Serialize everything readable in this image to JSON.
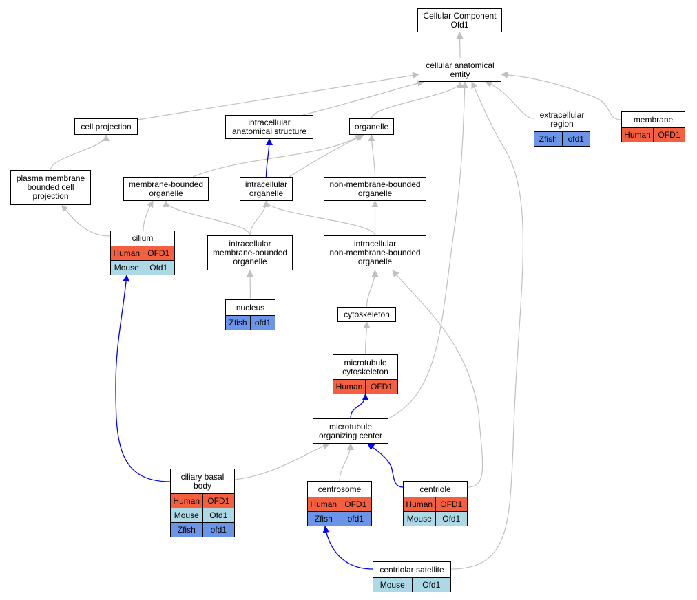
{
  "colors": {
    "human": "#f4603f",
    "mouse": "#add8e6",
    "zfish": "#6b95e8",
    "edge": "#c0c0c0",
    "highlight": "#0000ff"
  },
  "nodes": {
    "root": {
      "lines": [
        "Cellular Component",
        "Ofd1"
      ]
    },
    "cae": {
      "lines": [
        "cellular anatomical",
        "entity"
      ]
    },
    "cellproj": {
      "lines": [
        "cell projection"
      ]
    },
    "ias": {
      "lines": [
        "intracellular",
        "anatomical structure"
      ]
    },
    "organelle": {
      "lines": [
        "organelle"
      ]
    },
    "extracell": {
      "lines": [
        "extracellular",
        "region"
      ],
      "rows": [
        [
          "Zfish",
          "ofd1"
        ]
      ]
    },
    "membrane": {
      "lines": [
        "membrane"
      ],
      "rows": [
        [
          "Human",
          "OFD1"
        ]
      ]
    },
    "pmbcp": {
      "lines": [
        "plasma membrane",
        "bounded cell",
        "projection"
      ]
    },
    "mbo": {
      "lines": [
        "membrane-bounded",
        "organelle"
      ]
    },
    "io": {
      "lines": [
        "intracellular",
        "organelle"
      ]
    },
    "nmbo": {
      "lines": [
        "non-membrane-bounded",
        "organelle"
      ]
    },
    "cilium": {
      "lines": [
        "cilium"
      ],
      "rows": [
        [
          "Human",
          "OFD1"
        ],
        [
          "Mouse",
          "Ofd1"
        ]
      ]
    },
    "imbo": {
      "lines": [
        "intracellular",
        "membrane-bounded",
        "organelle"
      ]
    },
    "inmbo": {
      "lines": [
        "intracellular",
        "non-membrane-bounded",
        "organelle"
      ]
    },
    "nucleus": {
      "lines": [
        "nucleus"
      ],
      "rows": [
        [
          "Zfish",
          "ofd1"
        ]
      ]
    },
    "cytosk": {
      "lines": [
        "cytoskeleton"
      ]
    },
    "mtcyto": {
      "lines": [
        "microtubule",
        "cytoskeleton"
      ],
      "rows": [
        [
          "Human",
          "OFD1"
        ]
      ]
    },
    "mtoc": {
      "lines": [
        "microtubule",
        "organizing center"
      ]
    },
    "cbb": {
      "lines": [
        "ciliary basal",
        "body"
      ],
      "rows": [
        [
          "Human",
          "OFD1"
        ],
        [
          "Mouse",
          "Ofd1"
        ],
        [
          "Zfish",
          "ofd1"
        ]
      ]
    },
    "centrosome": {
      "lines": [
        "centrosome"
      ],
      "rows": [
        [
          "Human",
          "OFD1"
        ],
        [
          "Zfish",
          "ofd1"
        ]
      ]
    },
    "centriole": {
      "lines": [
        "centriole"
      ],
      "rows": [
        [
          "Human",
          "OFD1"
        ],
        [
          "Mouse",
          "Ofd1"
        ]
      ]
    },
    "satellite": {
      "lines": [
        "centriolar satellite"
      ],
      "rows": [
        [
          "Mouse",
          "Ofd1"
        ]
      ]
    }
  },
  "edges": [
    [
      "cae",
      "root",
      "gray"
    ],
    [
      "cellproj",
      "cae",
      "gray"
    ],
    [
      "ias",
      "cae",
      "gray"
    ],
    [
      "organelle",
      "cae",
      "gray"
    ],
    [
      "extracell",
      "cae",
      "gray"
    ],
    [
      "membrane",
      "cae",
      "gray"
    ],
    [
      "pmbcp",
      "cellproj",
      "gray"
    ],
    [
      "mbo",
      "organelle",
      "gray"
    ],
    [
      "io",
      "ias",
      "blue"
    ],
    [
      "io",
      "organelle",
      "gray"
    ],
    [
      "nmbo",
      "organelle",
      "gray"
    ],
    [
      "cilium",
      "pmbcp",
      "gray"
    ],
    [
      "cilium",
      "mbo",
      "gray"
    ],
    [
      "imbo",
      "mbo",
      "gray"
    ],
    [
      "imbo",
      "io",
      "gray"
    ],
    [
      "inmbo",
      "io",
      "gray"
    ],
    [
      "inmbo",
      "nmbo",
      "gray"
    ],
    [
      "nucleus",
      "imbo",
      "gray"
    ],
    [
      "cytosk",
      "inmbo",
      "gray"
    ],
    [
      "mtcyto",
      "cytosk",
      "gray"
    ],
    [
      "mtoc",
      "mtcyto",
      "blue"
    ],
    [
      "mtoc",
      "cae",
      "gray"
    ],
    [
      "cbb",
      "cilium",
      "blue"
    ],
    [
      "cbb",
      "mtoc",
      "gray"
    ],
    [
      "centrosome",
      "mtoc",
      "gray"
    ],
    [
      "centriole",
      "mtoc",
      "blue"
    ],
    [
      "centriole",
      "inmbo",
      "gray"
    ],
    [
      "satellite",
      "centrosome",
      "blue"
    ],
    [
      "satellite",
      "cae",
      "gray"
    ]
  ]
}
